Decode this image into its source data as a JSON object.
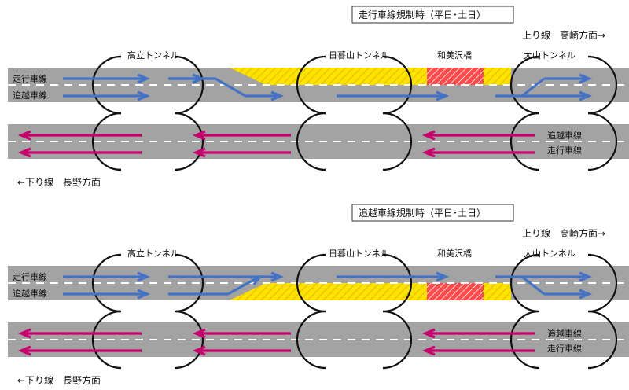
{
  "colors": {
    "road": "#a3a3a3",
    "lane_divider": "#ffffff",
    "regulated_zone": "#ffe300",
    "regulated_hatch": "#e7c400",
    "bridge_zone": "#ff4b4b",
    "bridge_hatch": "#ffffff",
    "upbound_arrow": "#4472c4",
    "downbound_arrow": "#c8006e",
    "tunnel_outline": "#111111"
  },
  "tunnels": {
    "takadachi": "高立トンネル",
    "higurashiyama": "日暮山トンネル",
    "ooyama": "大山トンネル"
  },
  "bridge": "和美沢橋",
  "directions": {
    "up": "上り線　高崎方面→",
    "down": "←下り線　長野方面"
  },
  "lanes": {
    "driving": "走行車線",
    "passing": "追越車線"
  },
  "panels": [
    {
      "title": "走行車線規制時（平日･土日）",
      "closed_lane": "driving"
    },
    {
      "title": "追越車線規制時（平日･土日）",
      "closed_lane": "passing"
    }
  ]
}
